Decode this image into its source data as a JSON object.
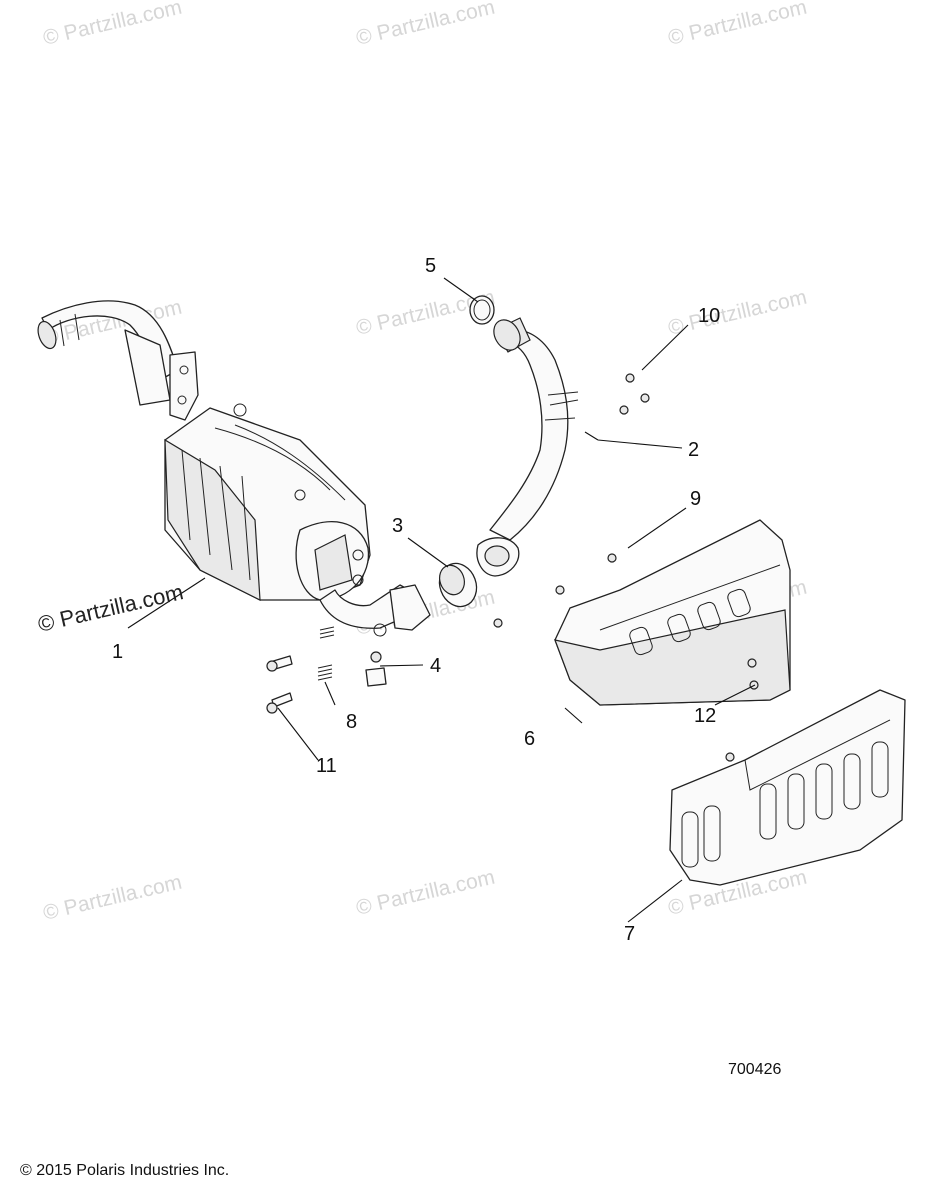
{
  "watermark": {
    "text": "© Partzilla.com",
    "dark_text": "© Partzilla.com"
  },
  "callouts": {
    "c1": "1",
    "c2": "2",
    "c3": "3",
    "c4": "4",
    "c5": "5",
    "c6": "6",
    "c7": "7",
    "c8": "8",
    "c9": "9",
    "c10": "10",
    "c11": "11",
    "c12": "12"
  },
  "diagram_number": "700426",
  "copyright": "© 2015 Polaris Industries Inc."
}
